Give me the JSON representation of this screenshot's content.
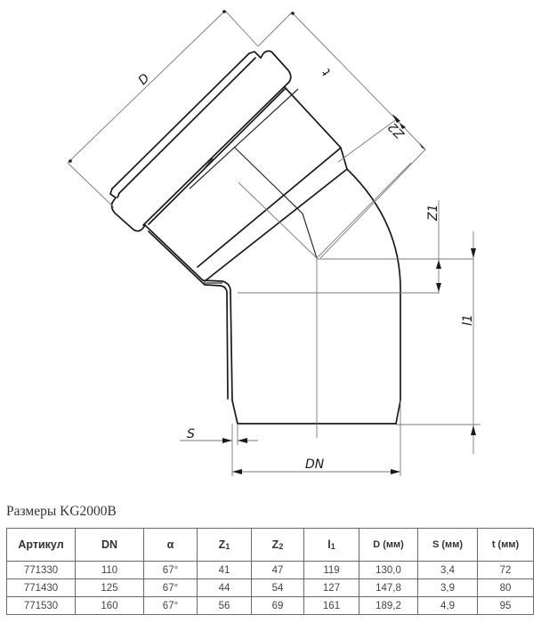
{
  "drawing": {
    "description": "Technical drawing of a PVC sewer pipe bend (elbow) with socket",
    "dimension_labels": {
      "D": "D",
      "t": "t",
      "Z2": "Z2",
      "Z1": "Z1",
      "l1": "l1",
      "S": "S",
      "DN": "DN"
    }
  },
  "title": "Размеры KG2000B",
  "table": {
    "headers": [
      {
        "main": "Артикул",
        "sub": ""
      },
      {
        "main": "DN",
        "sub": ""
      },
      {
        "main": "α",
        "sub": ""
      },
      {
        "main": "Z",
        "sub": "1"
      },
      {
        "main": "Z",
        "sub": "2"
      },
      {
        "main": "l",
        "sub": "1"
      },
      {
        "main": "D (мм)",
        "sub": ""
      },
      {
        "main": "S (мм)",
        "sub": ""
      },
      {
        "main": "t (мм)",
        "sub": ""
      }
    ],
    "rows": [
      [
        "771330",
        "110",
        "67°",
        "41",
        "47",
        "119",
        "130,0",
        "3,4",
        "72"
      ],
      [
        "771430",
        "125",
        "67°",
        "44",
        "54",
        "127",
        "147,8",
        "3,9",
        "80"
      ],
      [
        "771530",
        "160",
        "67°",
        "56",
        "69",
        "161",
        "189,2",
        "4,9",
        "95"
      ]
    ]
  }
}
